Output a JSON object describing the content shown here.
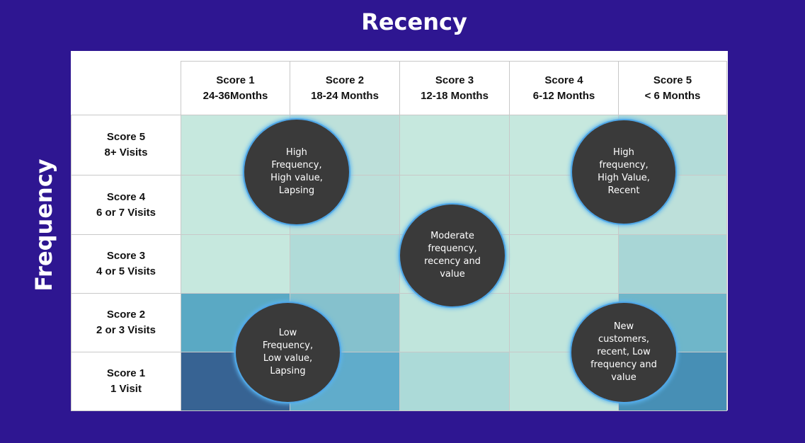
{
  "titles": {
    "x_axis": "Recency",
    "y_axis": "Frequency"
  },
  "columns": [
    {
      "label": "Score 1\n24-36Months"
    },
    {
      "label": "Score 2\n18-24 Months"
    },
    {
      "label": "Score 3\n12-18 Months"
    },
    {
      "label": "Score 4\n6-12 Months"
    },
    {
      "label": "Score 5\n< 6 Months"
    }
  ],
  "rows": [
    {
      "label": "Score 5\n8+ Visits",
      "colors": [
        "#c6e8de",
        "#bde0da",
        "#c6e8de",
        "#c6e8de",
        "#b3dcd9"
      ]
    },
    {
      "label": "Score 4\n6 or 7 Visits",
      "colors": [
        "#c6e8de",
        "#bde0da",
        "#c6e8de",
        "#c6e8de",
        "#bde0da"
      ]
    },
    {
      "label": "Score 3\n4 or 5 Visits",
      "colors": [
        "#c6e8de",
        "#b0dbd8",
        "#c6e8de",
        "#c6e8de",
        "#a8d6d6"
      ]
    },
    {
      "label": "Score 2\n2 or 3 Visits",
      "colors": [
        "#5aa9c4",
        "#85c1cd",
        "#c0e5dc",
        "#c0e5dc",
        "#6fb6c9"
      ]
    },
    {
      "label": "Score 1\n1 Visit",
      "colors": [
        "#376393",
        "#60accb",
        "#acdad8",
        "#c0e5dc",
        "#478fb5"
      ]
    }
  ],
  "segments": [
    {
      "label": "High Frequency, High value, Lapsing"
    },
    {
      "label": "High frequency, High Value, Recent"
    },
    {
      "label": "Moderate frequency, recency and value"
    },
    {
      "label": "Low Frequency, Low value, Lapsing"
    },
    {
      "label": "New customers, recent, Low frequency and value"
    }
  ],
  "colors": {
    "background": "#2e1691",
    "bubble": "#3a3a3a",
    "bubble_glow": "#4fa6e6"
  }
}
